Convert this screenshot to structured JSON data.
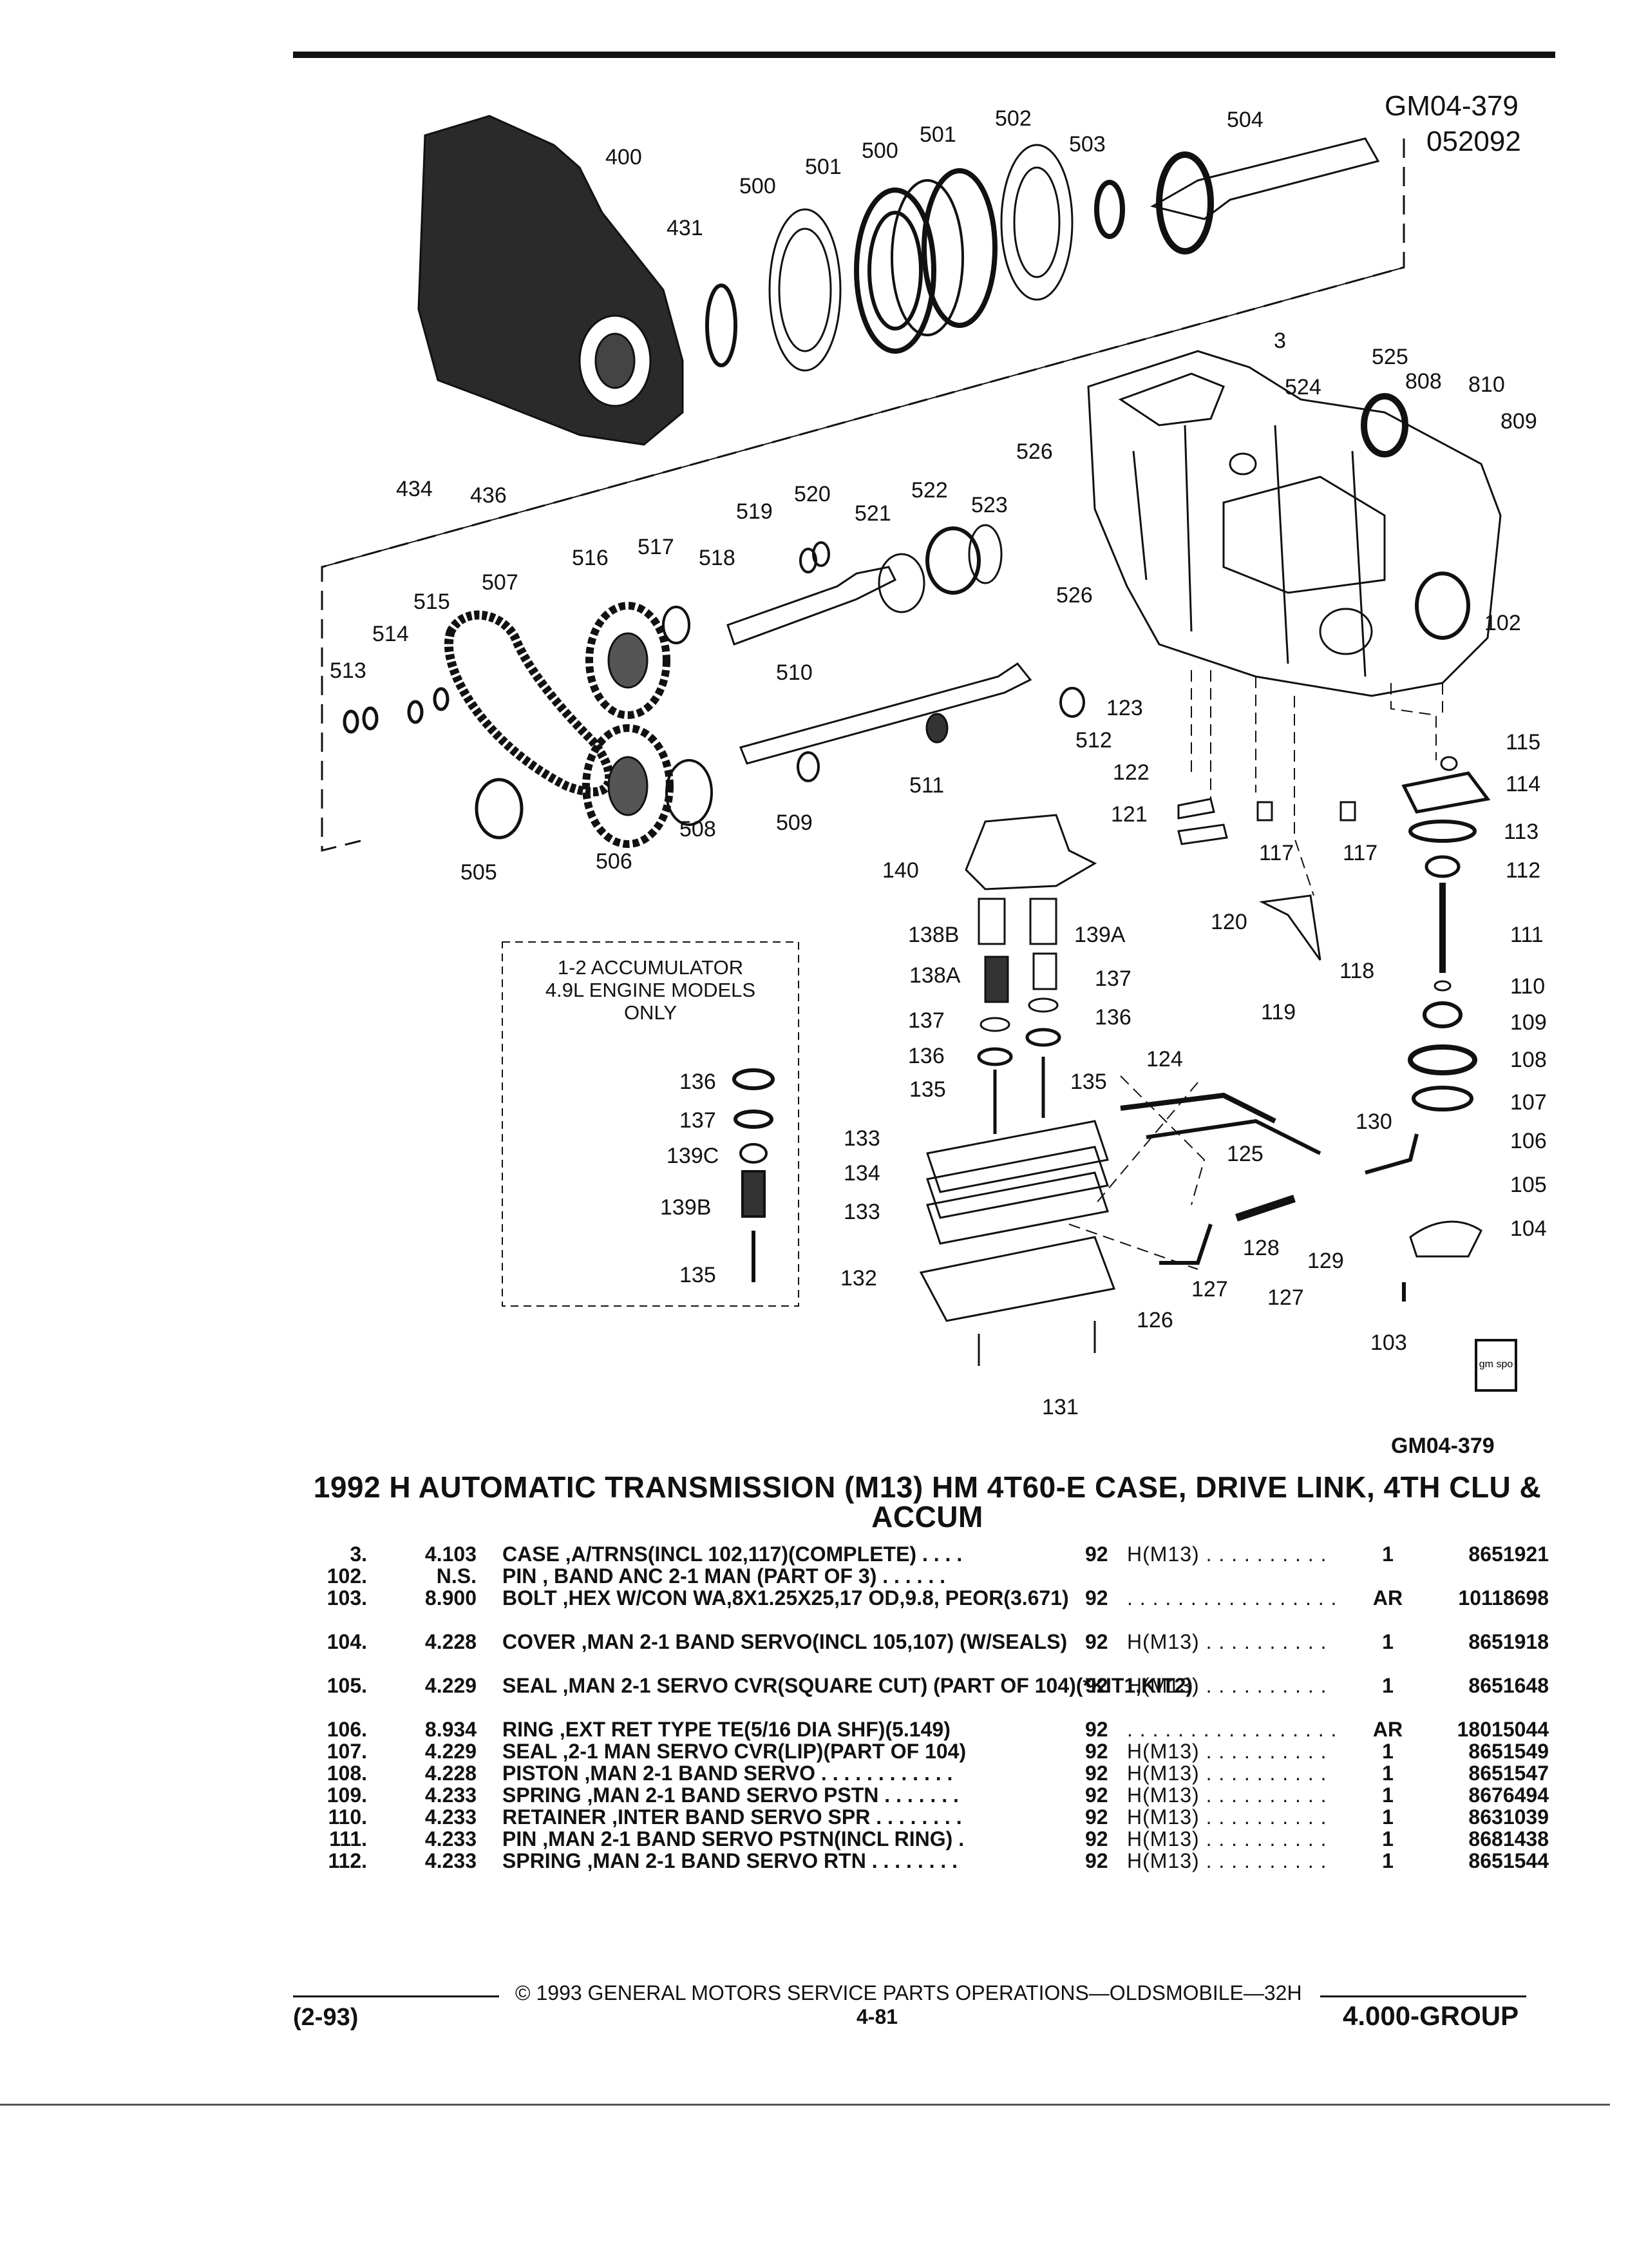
{
  "header": {
    "code_line1": "GM04-379",
    "code_line2": "052092"
  },
  "diagram": {
    "labels": {
      "l400": "400",
      "l431": "431",
      "l500a": "500",
      "l501a": "501",
      "l500b": "500",
      "l501b": "501",
      "l502": "502",
      "l503": "503",
      "l504": "504",
      "l3": "3",
      "l525": "525",
      "l524": "524",
      "l808": "808",
      "l810": "810",
      "l809": "809",
      "l526a": "526",
      "l434": "434",
      "l436": "436",
      "l519": "519",
      "l520": "520",
      "l521": "521",
      "l522": "522",
      "l523": "523",
      "l516": "516",
      "l517": "517",
      "l518": "518",
      "l507": "507",
      "l515": "515",
      "l514": "514",
      "l513": "513",
      "l526b": "526",
      "l102": "102",
      "l510": "510",
      "l123": "123",
      "l512": "512",
      "l115": "115",
      "l122": "122",
      "l511": "511",
      "l114": "114",
      "l121": "121",
      "l509": "509",
      "l508": "508",
      "l113": "113",
      "l505": "505",
      "l506": "506",
      "l117a": "117",
      "l117b": "117",
      "l140": "140",
      "l112": "112",
      "l120": "120",
      "l138B": "138B",
      "l139A": "139A",
      "l111": "111",
      "l138A": "138A",
      "l137a": "137",
      "l118": "118",
      "l110": "110",
      "l137b": "137",
      "l136a": "136",
      "l119": "119",
      "l109": "109",
      "l136b": "136",
      "l124": "124",
      "l108": "108",
      "l135a": "135",
      "l135b": "135",
      "l107": "107",
      "l130": "130",
      "l106": "106",
      "l133a": "133",
      "l125": "125",
      "l134": "134",
      "l105": "105",
      "l133b": "133",
      "l104": "104",
      "l128": "128",
      "l129": "129",
      "l132": "132",
      "l127a": "127",
      "l127b": "127",
      "l126": "126",
      "l103": "103",
      "l131": "131",
      "i136": "136",
      "i137": "137",
      "i139C": "139C",
      "i139B": "139B",
      "i135": "135"
    },
    "inset": {
      "line1": "1-2 ACCUMULATOR",
      "line2": "4.9L ENGINE MODELS",
      "line3": "ONLY"
    },
    "logo_text": "gm spo"
  },
  "figure_code": "GM04-379",
  "title": "1992 H AUTOMATIC TRANSMISSION (M13) HM 4T60-E CASE, DRIVE LINK, 4TH CLU & ACCUM",
  "parts": [
    {
      "ref": "3.",
      "group": "4.103",
      "desc": "CASE ,A/TRNS(INCL 102,117)(COMPLETE) . . . .",
      "year": "92",
      "model": "H(M13) . . . . . . . . . .",
      "qty": "1",
      "pn": "8651921"
    },
    {
      "ref": "102.",
      "group": "N.S.",
      "desc": "PIN , BAND ANC 2-1 MAN (PART OF 3) . . . . . .",
      "year": "",
      "model": "",
      "qty": "",
      "pn": ""
    },
    {
      "ref": "103.",
      "group": "8.900",
      "desc": "BOLT ,HEX W/CON WA,8X1.25X25,17 OD,9.8, PEOR(3.671)",
      "year": "92",
      "model": ". . . . . . . . . . . . . . . . .",
      "qty": "AR",
      "pn": "10118698"
    },
    {
      "ref": "104.",
      "group": "4.228",
      "desc": "COVER ,MAN 2-1 BAND SERVO(INCL 105,107) (W/SEALS)",
      "year": "92",
      "model": "H(M13) . . . . . . . . . .",
      "qty": "1",
      "pn": "8651918"
    },
    {
      "ref": "105.",
      "group": "4.229",
      "desc": "SEAL ,MAN 2-1 SERVO CVR(SQUARE CUT) (PART OF 104)(*KIT1,KIT2)",
      "year": "92",
      "model": "H(M13) . . . . . . . . . .",
      "qty": "1",
      "pn": "8651648"
    },
    {
      "ref": "106.",
      "group": "8.934",
      "desc": "RING ,EXT RET TYPE TE(5/16 DIA SHF)(5.149)",
      "year": "92",
      "model": ". . . . . . . . . . . . . . . . .",
      "qty": "AR",
      "pn": "18015044"
    },
    {
      "ref": "107.",
      "group": "4.229",
      "desc": "SEAL ,2-1 MAN SERVO CVR(LIP)(PART OF 104)",
      "year": "92",
      "model": "H(M13) . . . . . . . . . .",
      "qty": "1",
      "pn": "8651549"
    },
    {
      "ref": "108.",
      "group": "4.228",
      "desc": "PISTON ,MAN 2-1 BAND SERVO . . . . . . . . . . . .",
      "year": "92",
      "model": "H(M13) . . . . . . . . . .",
      "qty": "1",
      "pn": "8651547"
    },
    {
      "ref": "109.",
      "group": "4.233",
      "desc": "SPRING ,MAN 2-1 BAND SERVO PSTN . . . . . . .",
      "year": "92",
      "model": "H(M13) . . . . . . . . . .",
      "qty": "1",
      "pn": "8676494"
    },
    {
      "ref": "110.",
      "group": "4.233",
      "desc": "RETAINER ,INTER BAND SERVO SPR . . . . . . . .",
      "year": "92",
      "model": "H(M13) . . . . . . . . . .",
      "qty": "1",
      "pn": "8631039"
    },
    {
      "ref": "111.",
      "group": "4.233",
      "desc": "PIN ,MAN 2-1 BAND SERVO PSTN(INCL RING) .",
      "year": "92",
      "model": "H(M13) . . . . . . . . . .",
      "qty": "1",
      "pn": "8681438"
    },
    {
      "ref": "112.",
      "group": "4.233",
      "desc": "SPRING ,MAN 2-1 BAND SERVO RTN . . . . . . . .",
      "year": "92",
      "model": "H(M13) . . . . . . . . . .",
      "qty": "1",
      "pn": "8651544"
    }
  ],
  "footer": {
    "copyright": "© 1993 GENERAL MOTORS SERVICE PARTS OPERATIONS—OLDSMOBILE—32H",
    "date": "(2-93)",
    "page": "4-81",
    "group": "4.000-GROUP"
  }
}
